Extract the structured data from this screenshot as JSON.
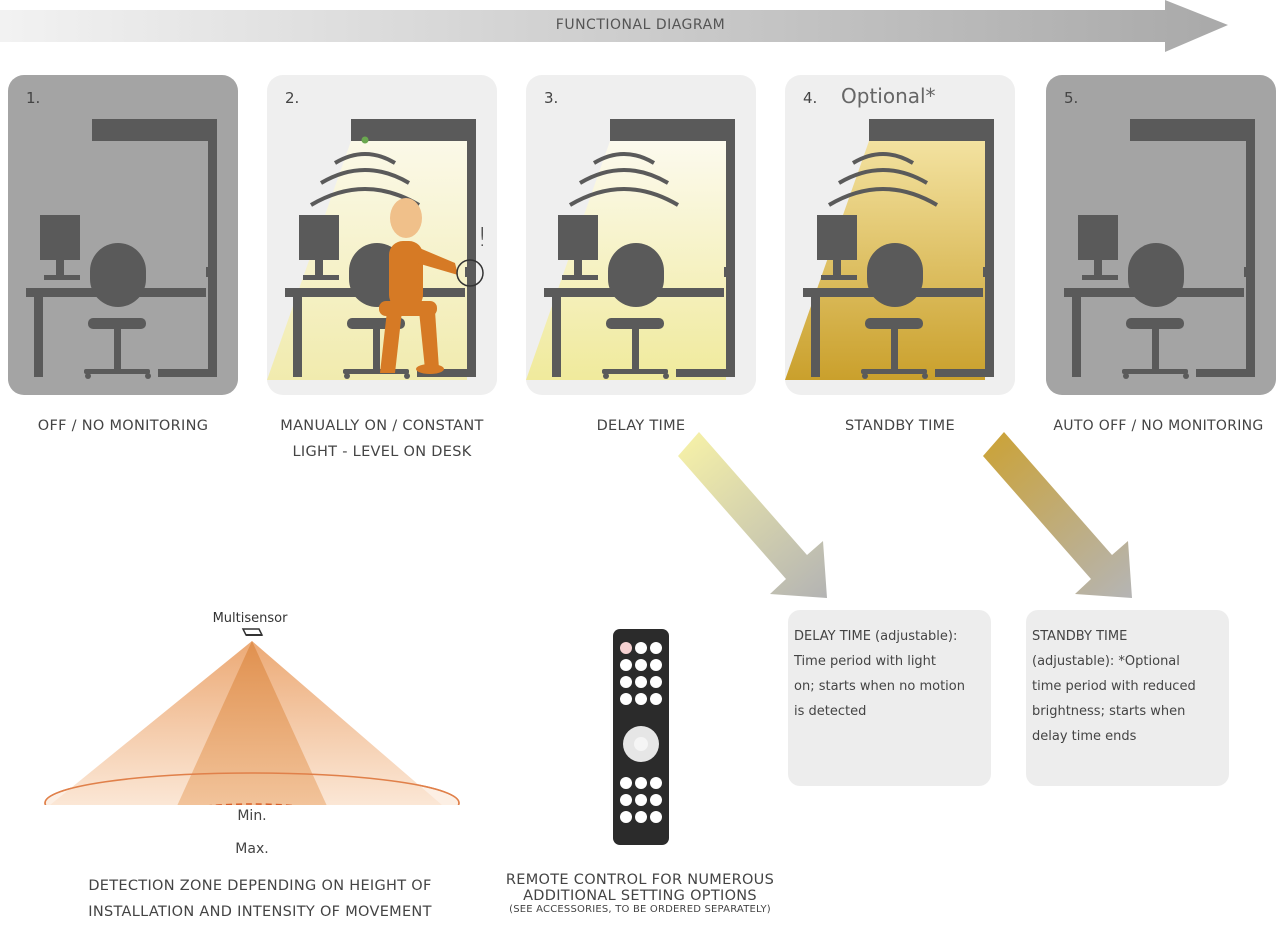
{
  "banner": {
    "label": "FUNCTIONAL  DIAGRAM"
  },
  "panels": [
    {
      "num": "1.",
      "caption_lines": [
        "OFF /  NO  MONITORING"
      ]
    },
    {
      "num": "2.",
      "caption_lines": [
        "MANUALLY ON  /  CONSTANT",
        "LIGHT - LEVEL ON  DESK"
      ],
      "alert_mark": "!"
    },
    {
      "num": "3.",
      "caption_lines": [
        "DELAY TIME"
      ]
    },
    {
      "num": "4.",
      "optional": "Optional*",
      "caption_lines": [
        "STANDBY  TIME"
      ]
    },
    {
      "num": "5.",
      "caption_lines": [
        "AUTO  OFF /  NO  MONITORING"
      ]
    }
  ],
  "delay_info": [
    "DELAY  TIME (adjustable):",
    "Time period with light",
    "on; starts when no motion",
    "is detected"
  ],
  "standby_info": [
    "STANDBY   TIME",
    "(adjustable): *Optional",
    "time period with reduced",
    "brightness; starts when",
    "delay time ends"
  ],
  "sensor": {
    "label": "Multisensor",
    "min_label": "Min.",
    "max_label": "Max.",
    "caption_lines": [
      "DETECTION  ZONE DEPENDING ON HEIGHT OF",
      "INSTALLATION  AND  INTENSITY OF  MOVEMENT"
    ]
  },
  "remote": {
    "caption_lines": [
      "REMOTE CONTROL   FOR NUMEROUS",
      "ADDITIONAL  SETTING  OPTIONS"
    ],
    "sub_caption": "(SEE ACCESSORIES, TO BE ORDERED SEPARATELY)"
  },
  "colors": {
    "dark_panel": "#a4a4a4",
    "light_panel": "#efefef",
    "furniture": "#5a5a5a",
    "person": "#d67a25",
    "head": "#f0c08a",
    "light_pale": "#f6f2c2",
    "light_gold": "#d8b44a",
    "sensor_orange": "#e8a874"
  }
}
